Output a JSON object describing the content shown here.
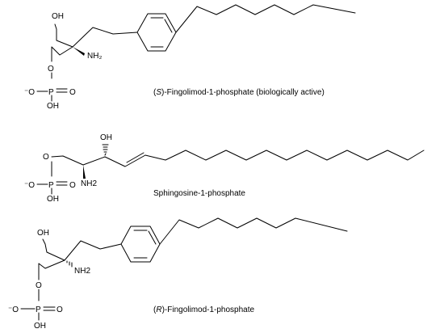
{
  "molecules": [
    {
      "caption_prefix": "(",
      "caption_stereo": "S",
      "caption_suffix": ")-Fingolimod-1-phosphate  (biologically active)",
      "labels": {
        "oh_top": "OH",
        "amine": "NH₂",
        "ester_o": "O",
        "phos_neg_o": "⁻O",
        "phos": "P",
        "phos_eq_o": "O",
        "phos_oh": "OH"
      }
    },
    {
      "caption": "Sphingosine-1-phosphate",
      "labels": {
        "oh_top": "OH",
        "amine": "NH2",
        "ester_o": "O",
        "phos_neg_o": "⁻O",
        "phos": "P",
        "phos_eq_o": "O",
        "phos_oh": "OH"
      }
    },
    {
      "caption_prefix": "(",
      "caption_stereo": "R",
      "caption_suffix": ")-Fingolimod-1-phosphate",
      "labels": {
        "oh_top": "OH",
        "amine": "NH2",
        "ester_o": "O",
        "phos_neg_o": "⁻O",
        "phos": "P",
        "phos_eq_o": "O",
        "phos_oh": "OH"
      }
    }
  ]
}
